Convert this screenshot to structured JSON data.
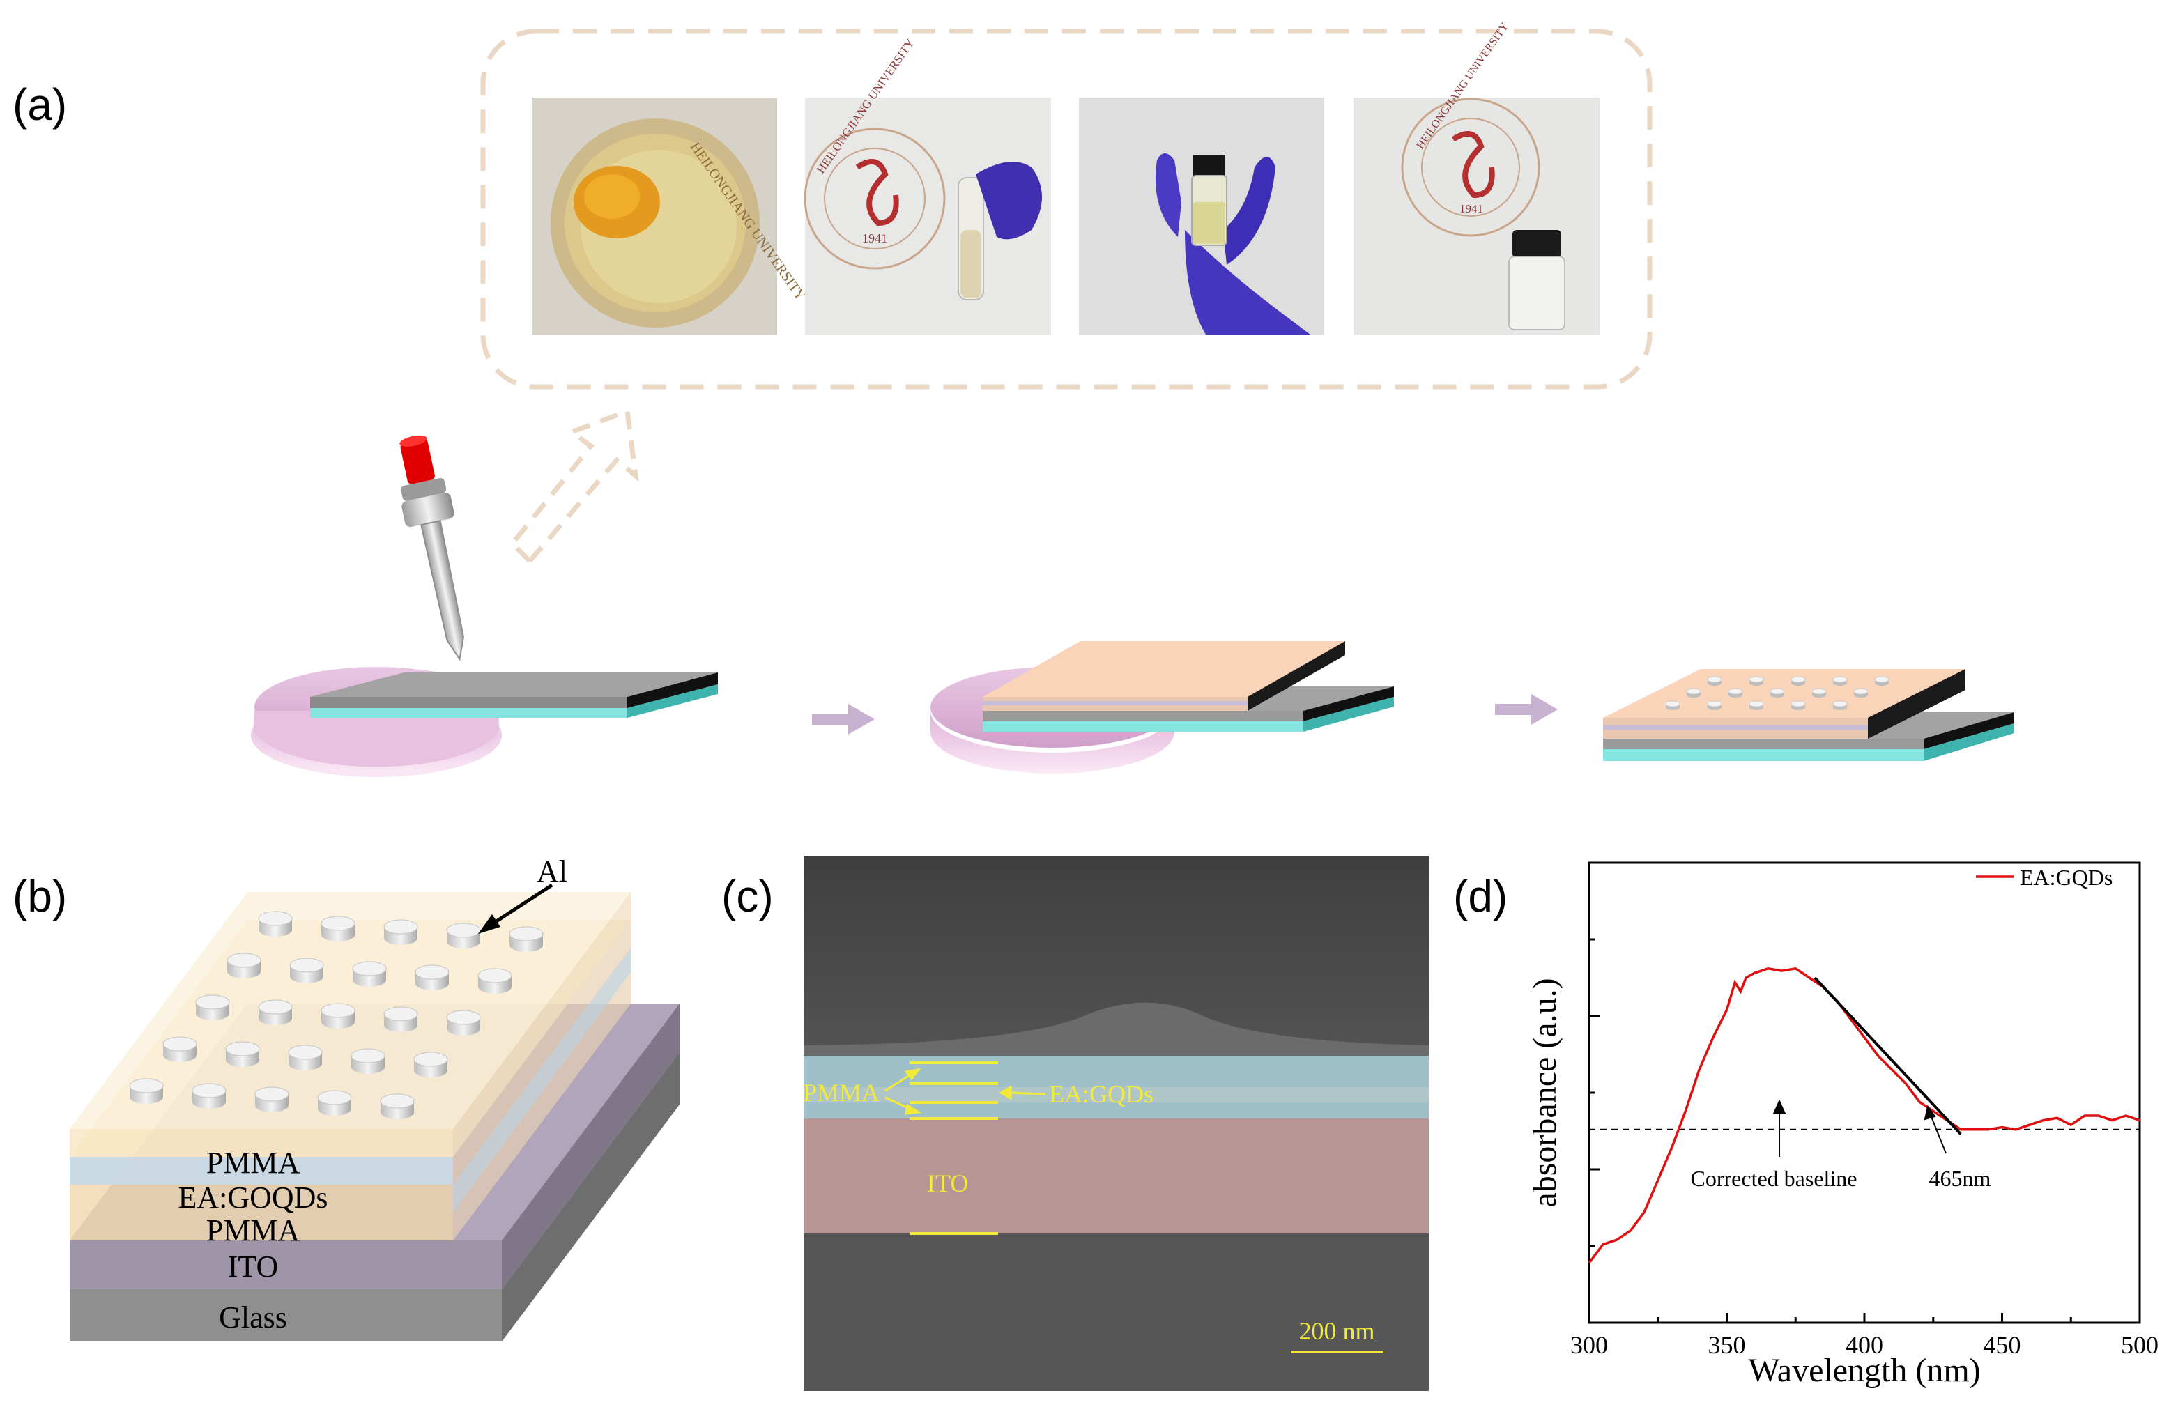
{
  "panels": {
    "a": "(a)",
    "b": "(b)",
    "c": "(c)",
    "d": "(d)"
  },
  "photos": {
    "university_text": "HEILONGJIANG UNIVERSITY",
    "year": "1941",
    "count": 4
  },
  "layers_b": {
    "electrode": "Al",
    "labels": [
      "PMMA",
      "EA:GOQDs",
      "PMMA",
      "ITO",
      "Glass"
    ]
  },
  "sem": {
    "pmma_label": "PMMA",
    "eagqds_label": "EA:GQDs",
    "ito_label": "ITO",
    "scale_bar": "200 nm"
  },
  "chart_data": {
    "type": "line",
    "xlabel": "Wavelength (nm)",
    "ylabel": "absorbance (a.u.)",
    "xlim": [
      300,
      500
    ],
    "xticks": [
      300,
      350,
      400,
      450,
      500
    ],
    "ylim": [
      0,
      1
    ],
    "series": [
      {
        "name": "EA:GQDs",
        "x": [
          300,
          305,
          310,
          315,
          320,
          325,
          330,
          335,
          340,
          345,
          350,
          353,
          355,
          357,
          360,
          365,
          370,
          375,
          380,
          385,
          390,
          395,
          400,
          405,
          410,
          415,
          420,
          425,
          430,
          435,
          440,
          445,
          450,
          455,
          460,
          465,
          470,
          475,
          480,
          485,
          490,
          495,
          500
        ],
        "y": [
          0.13,
          0.17,
          0.18,
          0.2,
          0.24,
          0.31,
          0.38,
          0.46,
          0.55,
          0.62,
          0.68,
          0.74,
          0.72,
          0.75,
          0.76,
          0.77,
          0.765,
          0.77,
          0.75,
          0.73,
          0.7,
          0.66,
          0.62,
          0.58,
          0.55,
          0.52,
          0.48,
          0.46,
          0.44,
          0.42,
          0.42,
          0.42,
          0.425,
          0.42,
          0.43,
          0.44,
          0.445,
          0.43,
          0.45,
          0.45,
          0.44,
          0.45,
          0.44
        ]
      }
    ],
    "baseline_y": 0.42,
    "tangent": [
      [
        382,
        0.75
      ],
      [
        435,
        0.41
      ]
    ],
    "annotations": [
      "Corrected baseline",
      "465nm"
    ],
    "legend": "top-right",
    "grid": false
  }
}
